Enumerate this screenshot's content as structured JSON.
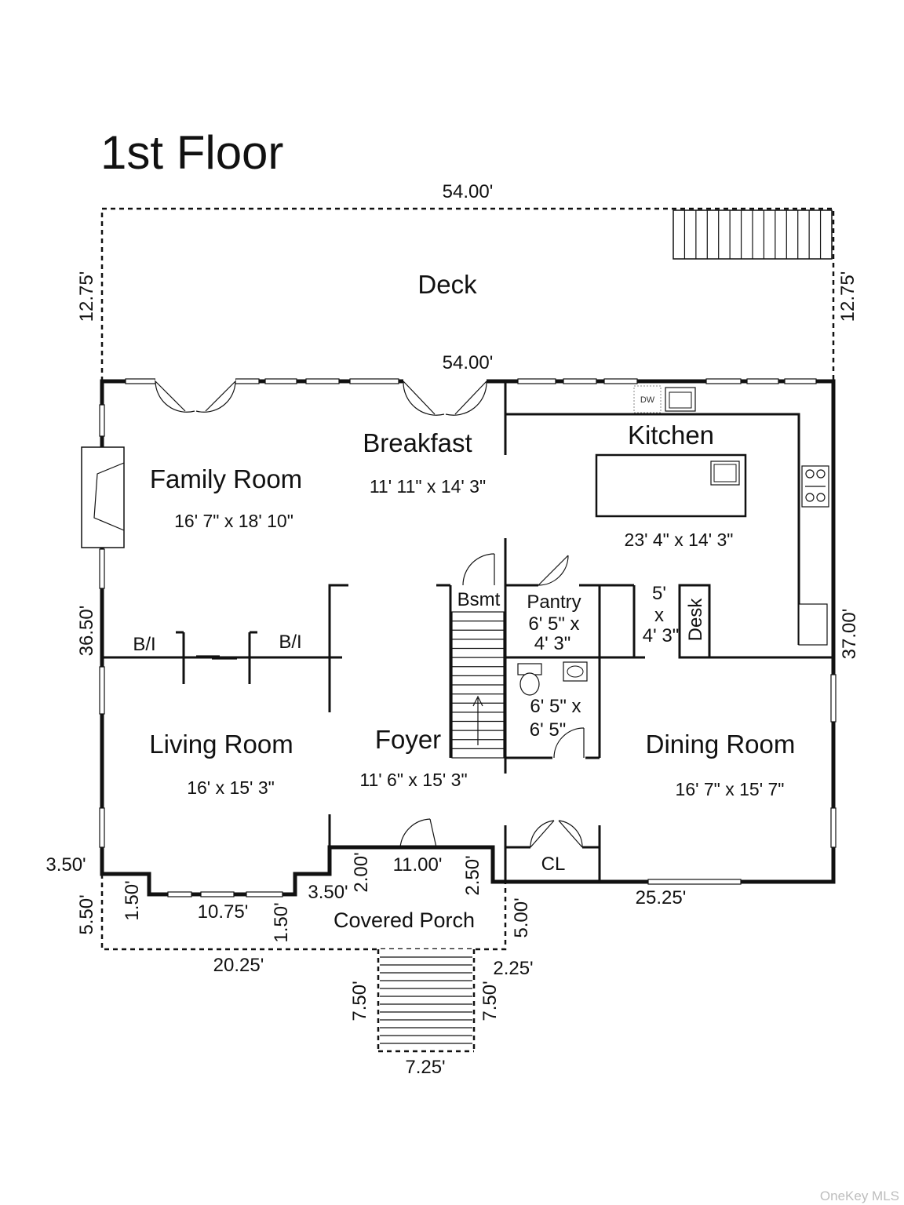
{
  "title": "1st Floor",
  "rooms": {
    "deck": "Deck",
    "family_room": {
      "name": "Family Room",
      "size": "16' 7\" x 18' 10\""
    },
    "breakfast": {
      "name": "Breakfast",
      "size": "11' 11\" x 14' 3\""
    },
    "kitchen": {
      "name": "Kitchen",
      "size": "23' 4\" x 14' 3\""
    },
    "living_room": {
      "name": "Living Room",
      "size": "16' x 15' 3\""
    },
    "foyer": {
      "name": "Foyer",
      "size": "11' 6\" x 15' 3\""
    },
    "dining_room": {
      "name": "Dining Room",
      "size": "16' 7\" x 15' 7\""
    },
    "pantry": {
      "name": "Pantry",
      "size_line1": "6' 5\" x",
      "size_line2": "4' 3\""
    },
    "bath": {
      "size_line1": "6' 5\" x",
      "size_line2": "6' 5\""
    },
    "nook": {
      "line1": "5'",
      "line2": "x",
      "line3": "4' 3\""
    },
    "bsmt": "Bsmt",
    "desk": "Desk",
    "builtin_left": "B/I",
    "builtin_right": "B/I",
    "closet": "CL",
    "covered_porch": "Covered Porch",
    "dishwasher": "DW"
  },
  "dimensions": {
    "deck_top": "54.00'",
    "house_top": "54.00'",
    "deck_left": "12.75'",
    "deck_right": "12.75'",
    "house_left": "36.50'",
    "house_right": "37.00'",
    "step_left": "3.50'",
    "porch_left": "5.50'",
    "bay_left": "1.50'",
    "bay_width": "10.75'",
    "bay_right": "1.50'",
    "bay_offset": "3.50'",
    "porch_recess_left": "2.00'",
    "porch_recess_width": "11.00'",
    "porch_recess_right": "2.50'",
    "porch_right": "5.00'",
    "dining_bottom": "25.25'",
    "porch_bottom": "20.25'",
    "stairs_offset": "2.25'",
    "stairs_left": "7.50'",
    "stairs_right": "7.50'",
    "stairs_width": "7.25'"
  },
  "watermark": "OneKey MLS"
}
